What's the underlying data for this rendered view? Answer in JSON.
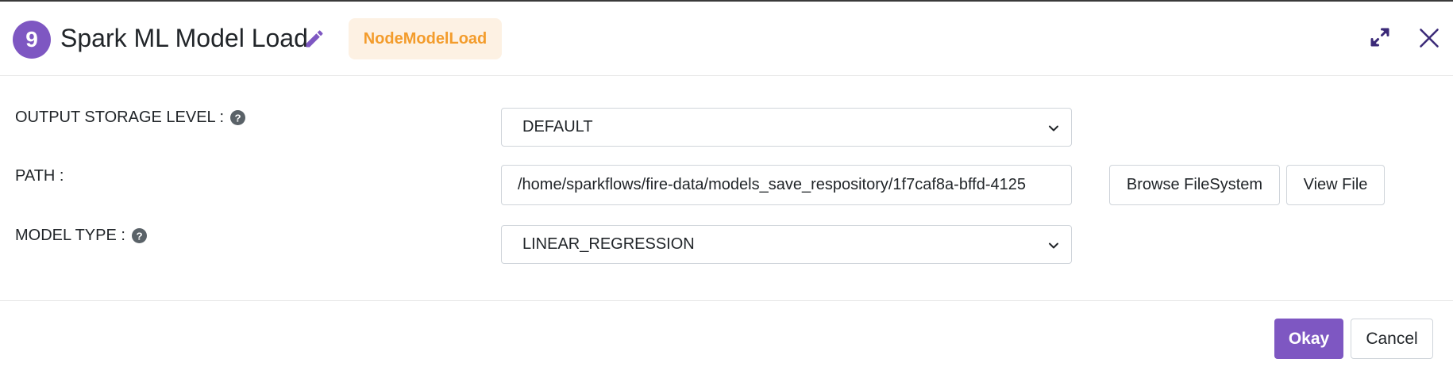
{
  "header": {
    "step_number": "9",
    "title": "Spark ML Model Load",
    "node_tag": "NodeModelLoad",
    "icons": {
      "edit": "pencil-icon",
      "expand": "expand-icon",
      "close": "close-icon"
    }
  },
  "form": {
    "output_storage_level": {
      "label": "OUTPUT STORAGE LEVEL :",
      "help_icon": "question-circle-icon",
      "value": "DEFAULT"
    },
    "path": {
      "label": "PATH :",
      "value": "/home/sparkflows/fire-data/models_save_respository/1f7caf8a-bffd-4125",
      "browse_label": "Browse FileSystem",
      "view_label": "View File"
    },
    "model_type": {
      "label": "MODEL TYPE :",
      "help_icon": "question-circle-icon",
      "value": "LINEAR_REGRESSION"
    }
  },
  "footer": {
    "ok_label": "Okay",
    "cancel_label": "Cancel"
  },
  "colors": {
    "accent": "#7e57c2",
    "tag_bg": "#fdf1e3",
    "tag_text": "#f39c2c",
    "border": "#cfd4da"
  }
}
